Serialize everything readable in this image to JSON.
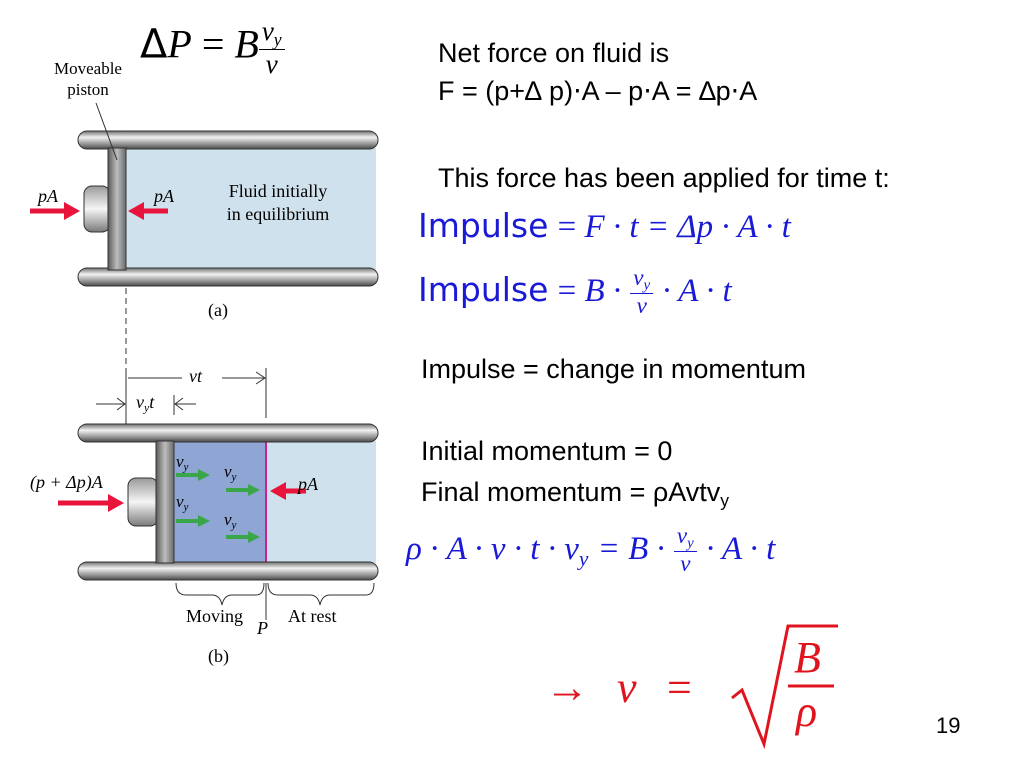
{
  "slide": {
    "title_formula": {
      "delta": "Δ",
      "P": "P",
      "eq": "=",
      "B": "B",
      "num": "v",
      "num_sub": "y",
      "den": "v"
    },
    "diagram": {
      "label_piston": "Moveable piston",
      "label_pA_left": "pA",
      "label_pA_right": "pA",
      "label_fluid": "Fluid initially in equilibrium",
      "caption_a": "(a)",
      "label_vt": "vt",
      "label_vyt": "v",
      "label_vyt_sub": "y",
      "label_vyt_t": "t",
      "label_force_left": "(p + Δp)A",
      "label_pA_b": "pA",
      "label_vy": "v",
      "label_vy_sub": "y",
      "label_moving": "Moving",
      "label_P": "P",
      "label_at_rest": "At rest",
      "caption_b": "(b)"
    },
    "text": {
      "net_force_1": "Net force on fluid is",
      "net_force_2": "F = (p+∆ p)⋅A – p⋅A = ∆p⋅A",
      "force_time": "This force has been applied for time t:",
      "impulse_change": "Impulse = change in momentum",
      "initial_momentum": "Initial momentum = 0",
      "final_momentum": "Final momentum = ρAvtv",
      "final_momentum_sub": "y"
    },
    "equations": {
      "impulse_word": "Impulse",
      "eq1_rhs": "F · t = Δp · A · t",
      "eq2_B": "B ·",
      "eq2_num": "v",
      "eq2_num_sub": "y",
      "eq2_den": "v",
      "eq2_tail": "· A · t",
      "eq3_lhs": "ρ · A · v · t · v",
      "eq3_lhs_sub": "y",
      "eq3_B": "= B ·",
      "eq3_num": "v",
      "eq3_num_sub": "y",
      "eq3_den": "v",
      "eq3_tail": "· A · t",
      "eq4_arrow": "→",
      "eq4_v": "v",
      "eq4_eq": "=",
      "eq4_num": "B",
      "eq4_den": "ρ"
    },
    "page_number": "19",
    "colors": {
      "blue": "#1a1ad6",
      "red": "#e0141e",
      "fluid_a": "#cfe1ec",
      "fluid_b": "#8fa6d4",
      "arrow_green": "#3aa64a",
      "arrow_red": "#e8143c"
    }
  }
}
